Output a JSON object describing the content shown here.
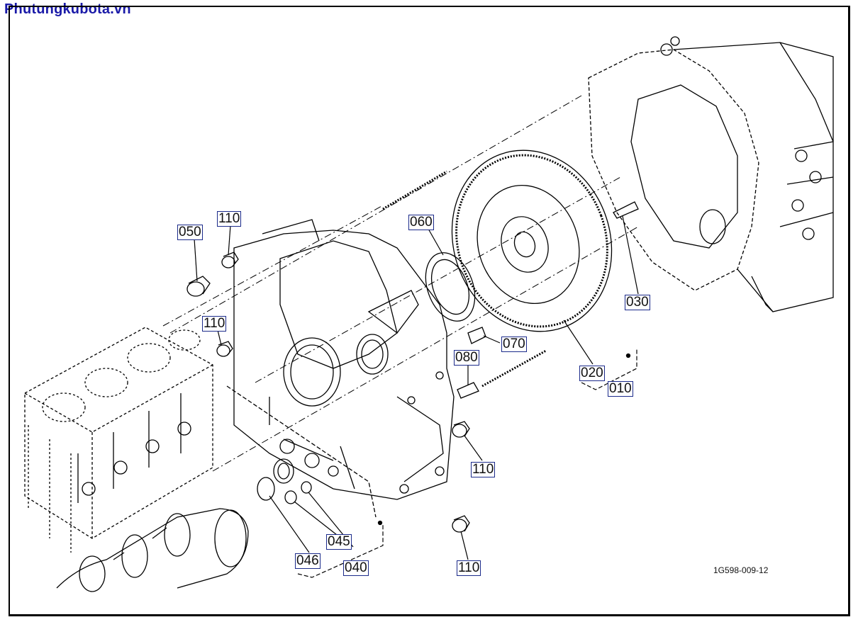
{
  "site": {
    "title": "Phutungkubota.vn"
  },
  "callouts": {
    "p050": "050",
    "p110_a": "110",
    "p110_b": "110",
    "p110_c": "110",
    "p110_d": "110",
    "p060": "060",
    "p030": "030",
    "p070": "070",
    "p080": "080",
    "p020": "020",
    "p010": "010",
    "p045": "045",
    "p046": "046",
    "p040": "040"
  },
  "diagram": {
    "code": "1G598-009-12"
  }
}
